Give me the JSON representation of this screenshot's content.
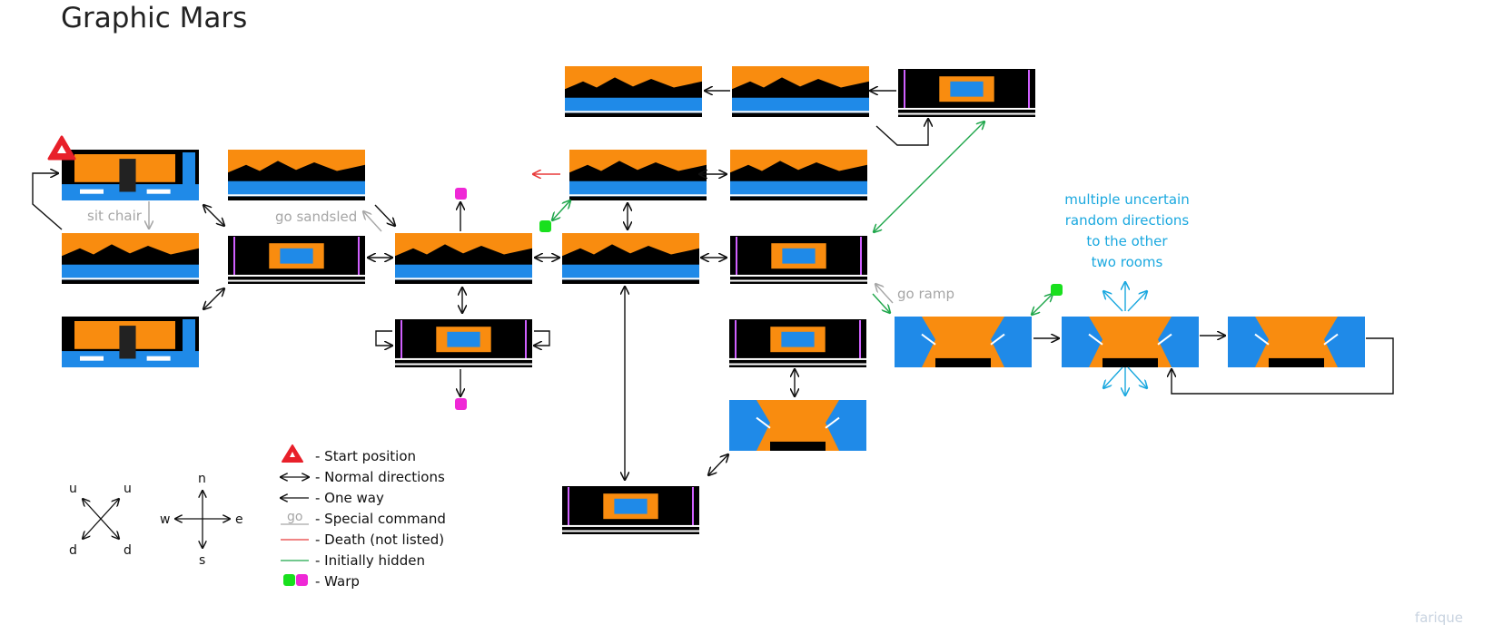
{
  "title": "Graphic Mars",
  "signature": "farique",
  "colors": {
    "orange": "#f98c0f",
    "blue": "#1f8ae8",
    "black": "#000000",
    "normal_arrow": "#111111",
    "special": "#a6a6a6",
    "death": "#e83a3a",
    "hidden": "#1ea64a",
    "warp_green": "#19e01e",
    "warp_magenta": "#ef28d6",
    "start": "#e8202a",
    "cyan_note": "#1aa8df"
  },
  "room_style": [
    "cockpit",
    "landscape",
    "cockpit",
    "chamber",
    "landscape",
    "landscape",
    "chamber",
    "landscape",
    "landscape",
    "landscape",
    "landscape",
    "chamber",
    "landscape",
    "chamber",
    "chamber",
    "corridor",
    "corridor",
    "corridor",
    "corridor",
    "chamber"
  ],
  "labels": {
    "sit_chair": "sit chair",
    "go_sandsled": "go sandsled",
    "go_ramp": "go ramp",
    "multiple_random": [
      "multiple uncertain",
      "random directions",
      "to the other",
      "two rooms"
    ]
  },
  "compass": {
    "u1": "u",
    "u2": "u",
    "d1": "d",
    "d2": "d",
    "n": "n",
    "s": "s",
    "w": "w",
    "e": "e"
  },
  "legend": [
    {
      "symbol": "start",
      "text": "- Start position"
    },
    {
      "symbol": "double",
      "text": "- Normal directions"
    },
    {
      "symbol": "oneway",
      "text": "- One way"
    },
    {
      "symbol": "go",
      "glyph": "go",
      "text": "- Special command"
    },
    {
      "symbol": "death",
      "text": "- Death (not listed)"
    },
    {
      "symbol": "hidden",
      "text": "- Initially hidden"
    },
    {
      "symbol": "warp",
      "text": "- Warp"
    }
  ]
}
